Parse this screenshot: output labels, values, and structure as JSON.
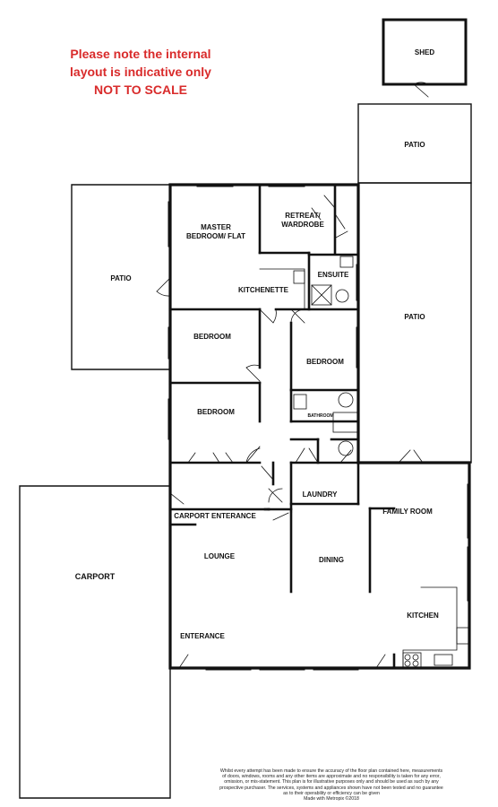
{
  "notice": {
    "line1": "Please note the internal",
    "line2": "layout is indicative only",
    "line3": "NOT TO SCALE",
    "color": "#d92b2b"
  },
  "rooms": {
    "shed": "SHED",
    "patio_top": "PATIO",
    "patio_left": "PATIO",
    "patio_right": "PATIO",
    "master_bedroom_1": "MASTER",
    "master_bedroom_2": "BEDROOM/ FLAT",
    "retreat_1": "RETREAT/",
    "retreat_2": "WARDROBE",
    "ensuite": "ENSUITE",
    "kitchenette": "KITCHENETTE",
    "bedroom_1": "BEDROOM",
    "bedroom_2": "BEDROOM",
    "bedroom_3": "BEDROOM",
    "bathroom": "BATHROOM",
    "laundry": "LAUNDRY",
    "family_room": "FAMILY ROOM",
    "carport_entrance": "CARPORT ENTERANCE",
    "lounge": "LOUNGE",
    "dining": "DINING",
    "carport": "CARPORT",
    "kitchen": "KITCHEN",
    "entrance": "ENTERANCE"
  },
  "disclaimer": {
    "line1": "Whilst every attempt has been made to ensure the accuracy of the floor plan contained here, measurements",
    "line2": "of doors, windows, rooms and any other items are approximate and no responsibility is taken for any error,",
    "line3": "omission, or mis-statement. This plan is for illustrative purposes only and should be used as such by any",
    "line4": "prospective purchaser. The services, systems and appliances shown have not been tested and no guarantee",
    "line5": "as to their operability or efficiency can be given",
    "line6": "Made with Metropix ©2018"
  }
}
